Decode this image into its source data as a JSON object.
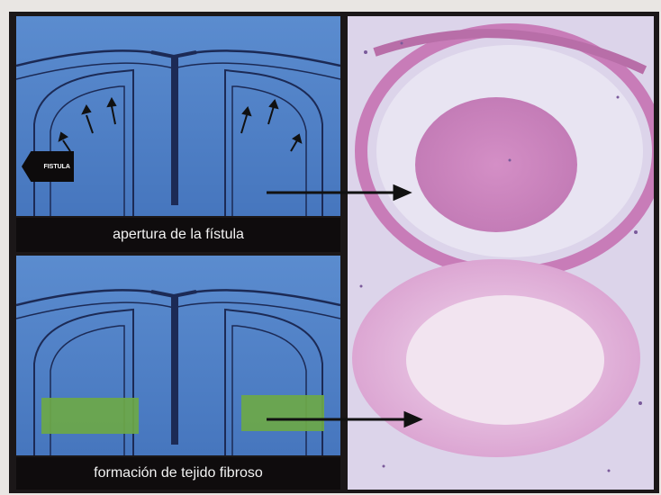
{
  "figure": {
    "caption_top": "apertura de la fístula",
    "caption_bottom": "formación de tejido fibroso",
    "tag_label": "FISTULA"
  },
  "colors": {
    "diagram_blue": "#4f7fc4",
    "diagram_line": "#1c2a55",
    "fibrous_green": "#6ca848",
    "histology_pink": "#cf8fbf",
    "histology_bg": "#d9d2e8",
    "arrow": "#111111"
  },
  "icons": [
    "arrow-right-icon",
    "arrow-left-icon",
    "small-arrow-icon"
  ]
}
